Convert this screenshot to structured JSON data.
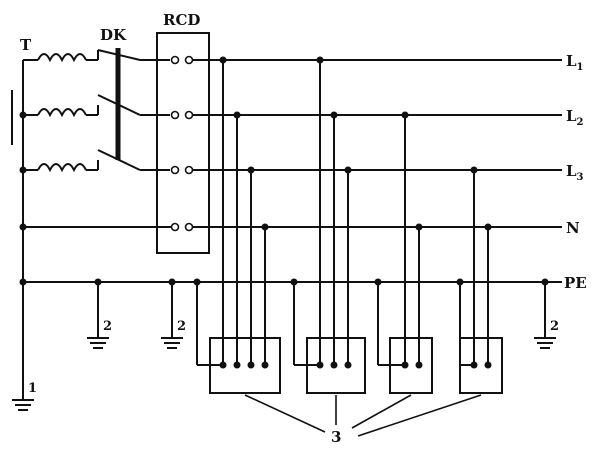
{
  "labels": {
    "transformer": "T",
    "breaker": "DK",
    "rcd": "RCD",
    "line1_main": "L",
    "line1_sub": "1",
    "line2_main": "L",
    "line2_sub": "2",
    "line3_main": "L",
    "line3_sub": "3",
    "neutral": "N",
    "pe": "PE",
    "ground_source": "1",
    "ground_repeat_a": "2",
    "ground_repeat_b": "2",
    "ground_repeat_c": "2",
    "loads": "3"
  }
}
